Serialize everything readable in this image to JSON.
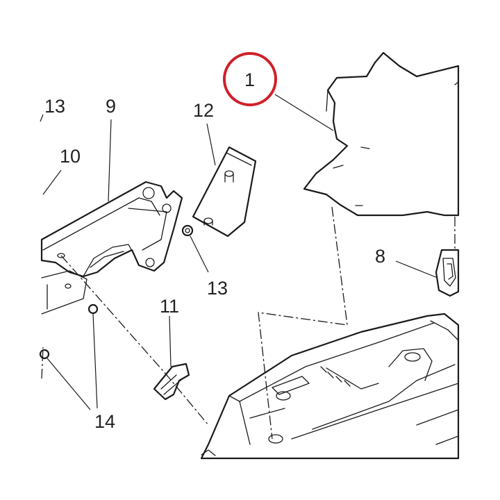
{
  "diagram": {
    "highlight_color": "#d0202a",
    "line_color": "#1a1a1a",
    "callouts": [
      {
        "id": "c1",
        "label": "1",
        "highlighted": true
      },
      {
        "id": "c8",
        "label": "8"
      },
      {
        "id": "c9",
        "label": "9"
      },
      {
        "id": "c10",
        "label": "10"
      },
      {
        "id": "c11",
        "label": "11"
      },
      {
        "id": "c12",
        "label": "12"
      },
      {
        "id": "c13a",
        "label": "13"
      },
      {
        "id": "c13b",
        "label": "13"
      },
      {
        "id": "c14",
        "label": "14"
      }
    ]
  }
}
